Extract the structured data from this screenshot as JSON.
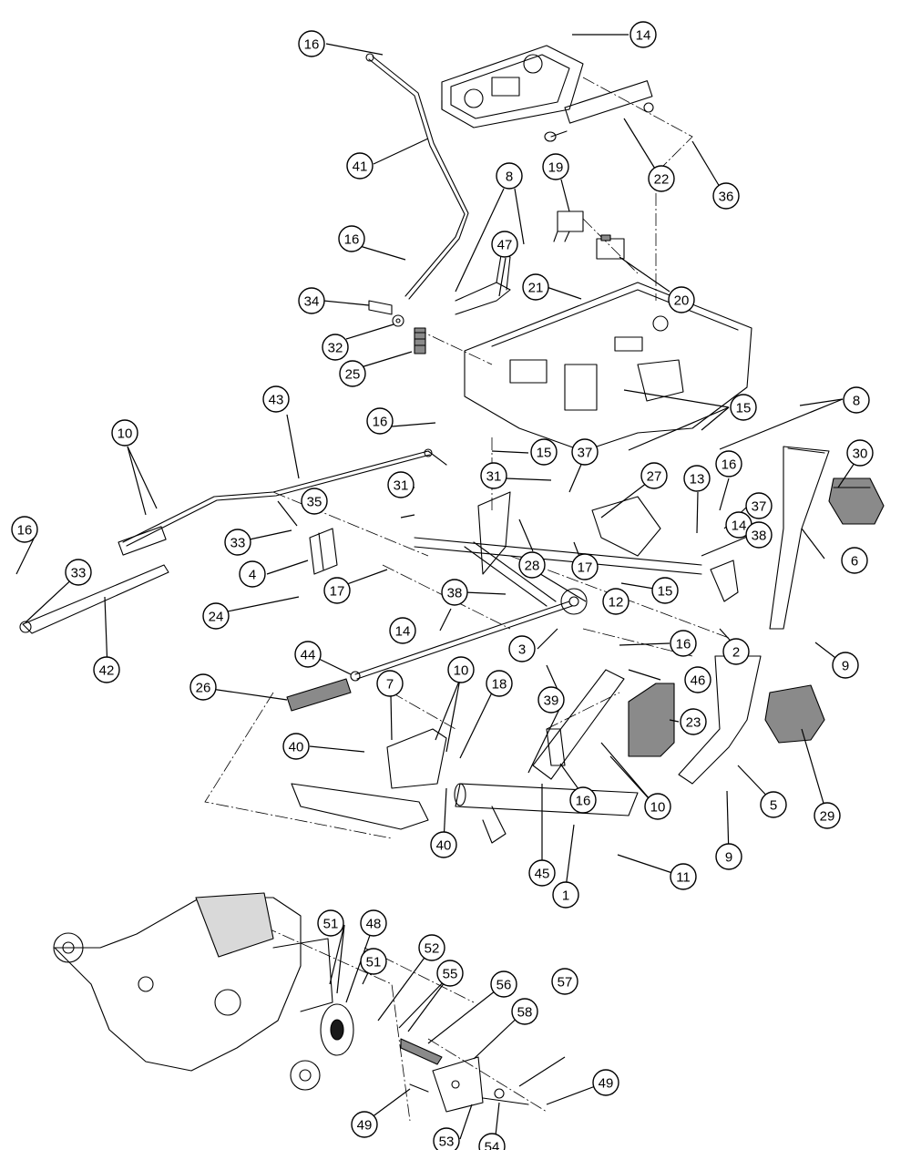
{
  "callouts": [
    {
      "label": "16"
    },
    {
      "label": "14"
    },
    {
      "label": "41"
    },
    {
      "label": "22"
    },
    {
      "label": "36"
    },
    {
      "label": "8"
    },
    {
      "label": "19"
    },
    {
      "label": "47"
    },
    {
      "label": "16"
    },
    {
      "label": "20"
    },
    {
      "label": "34"
    },
    {
      "label": "21"
    },
    {
      "label": "32"
    },
    {
      "label": "25"
    },
    {
      "label": "43"
    },
    {
      "label": "16"
    },
    {
      "label": "15"
    },
    {
      "label": "8"
    },
    {
      "label": "10"
    },
    {
      "label": "15"
    },
    {
      "label": "37"
    },
    {
      "label": "30"
    },
    {
      "label": "31"
    },
    {
      "label": "27"
    },
    {
      "label": "13"
    },
    {
      "label": "16"
    },
    {
      "label": "35"
    },
    {
      "label": "31"
    },
    {
      "label": "37"
    },
    {
      "label": "14"
    },
    {
      "label": "16"
    },
    {
      "label": "33"
    },
    {
      "label": "38"
    },
    {
      "label": "6"
    },
    {
      "label": "4"
    },
    {
      "label": "33"
    },
    {
      "label": "28"
    },
    {
      "label": "17"
    },
    {
      "label": "15"
    },
    {
      "label": "17"
    },
    {
      "label": "12"
    },
    {
      "label": "24"
    },
    {
      "label": "38"
    },
    {
      "label": "2"
    },
    {
      "label": "9"
    },
    {
      "label": "42"
    },
    {
      "label": "14"
    },
    {
      "label": "3"
    },
    {
      "label": "44"
    },
    {
      "label": "16"
    },
    {
      "label": "10"
    },
    {
      "label": "46"
    },
    {
      "label": "26"
    },
    {
      "label": "7"
    },
    {
      "label": "18"
    },
    {
      "label": "39"
    },
    {
      "label": "23"
    },
    {
      "label": "40"
    },
    {
      "label": "16"
    },
    {
      "label": "10"
    },
    {
      "label": "5"
    },
    {
      "label": "29"
    },
    {
      "label": "40"
    },
    {
      "label": "45"
    },
    {
      "label": "1"
    },
    {
      "label": "9"
    },
    {
      "label": "11"
    },
    {
      "label": "51"
    },
    {
      "label": "48"
    },
    {
      "label": "51"
    },
    {
      "label": "52"
    },
    {
      "label": "55"
    },
    {
      "label": "56"
    },
    {
      "label": "58"
    },
    {
      "label": "57"
    },
    {
      "label": "49"
    },
    {
      "label": "49"
    },
    {
      "label": "53"
    },
    {
      "label": "54"
    }
  ]
}
